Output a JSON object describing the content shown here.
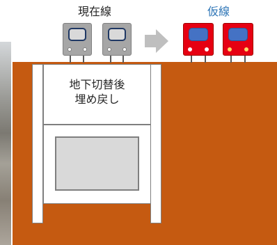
{
  "headings": {
    "current_line": "現在線",
    "temporary_line": "仮線"
  },
  "fill_label": {
    "line1": "地下切替後",
    "line2": "埋め戻し"
  },
  "colors": {
    "ground": "#c55a11",
    "current_train": "#a6a6a6",
    "temporary_train": "#e60012",
    "temporary_heading": "#2e75b6",
    "arrow": "#bfbfbf"
  },
  "icons": {
    "arrow": "right-arrow-icon"
  }
}
